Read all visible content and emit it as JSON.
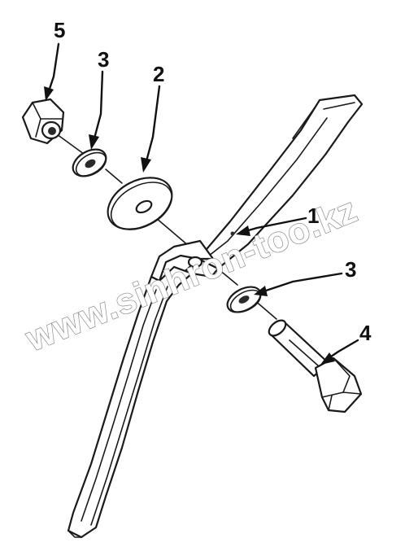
{
  "callouts": {
    "part_1": "1",
    "part_2": "2",
    "part_3_top": "3",
    "part_3_bottom": "3",
    "part_4": "4",
    "part_5": "5"
  },
  "watermark": "www.sinhron-too.kz",
  "colors": {
    "line": "#1a1a1a",
    "background": "#ffffff",
    "watermark_outline": "#8a8a8a"
  }
}
